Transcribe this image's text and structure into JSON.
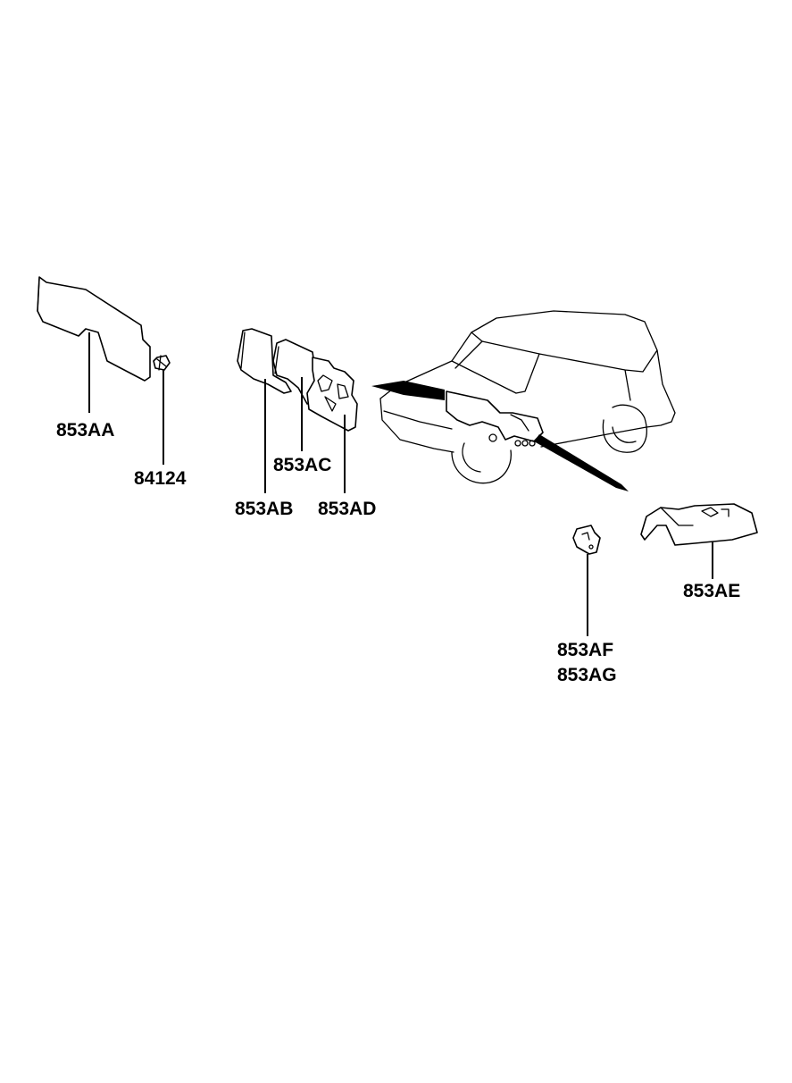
{
  "labels": {
    "p853AA": "853AA",
    "p84124": "84124",
    "p853AB": "853AB",
    "p853AC": "853AC",
    "p853AD": "853AD",
    "p853AE": "853AE",
    "p853AF": "853AF",
    "p853AG": "853AG"
  },
  "colors": {
    "line": "#000000",
    "background": "#ffffff"
  }
}
